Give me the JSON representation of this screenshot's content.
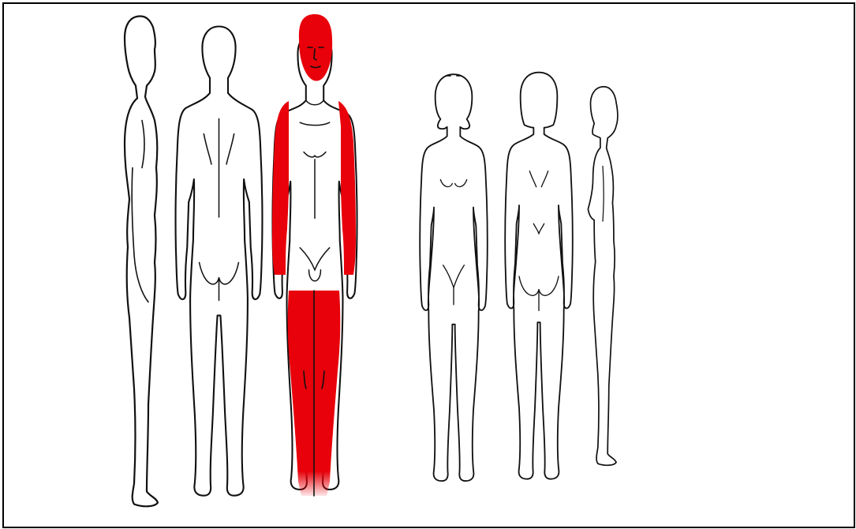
{
  "highlight": {
    "color": "#e8000a",
    "figure": "male-front",
    "regions": [
      "head-face",
      "right-arm",
      "left-arm",
      "right-thigh-leg",
      "left-thigh-leg"
    ]
  },
  "figures": [
    {
      "id": "male-side",
      "sex": "male",
      "view": "side"
    },
    {
      "id": "male-back",
      "sex": "male",
      "view": "back"
    },
    {
      "id": "male-front",
      "sex": "male",
      "view": "front"
    },
    {
      "id": "female-front",
      "sex": "female",
      "view": "front"
    },
    {
      "id": "female-back",
      "sex": "female",
      "view": "back"
    },
    {
      "id": "female-side",
      "sex": "female",
      "view": "side"
    }
  ],
  "colors": {
    "outline": "#111111",
    "fill": "#ffffff",
    "border": "#000000"
  }
}
